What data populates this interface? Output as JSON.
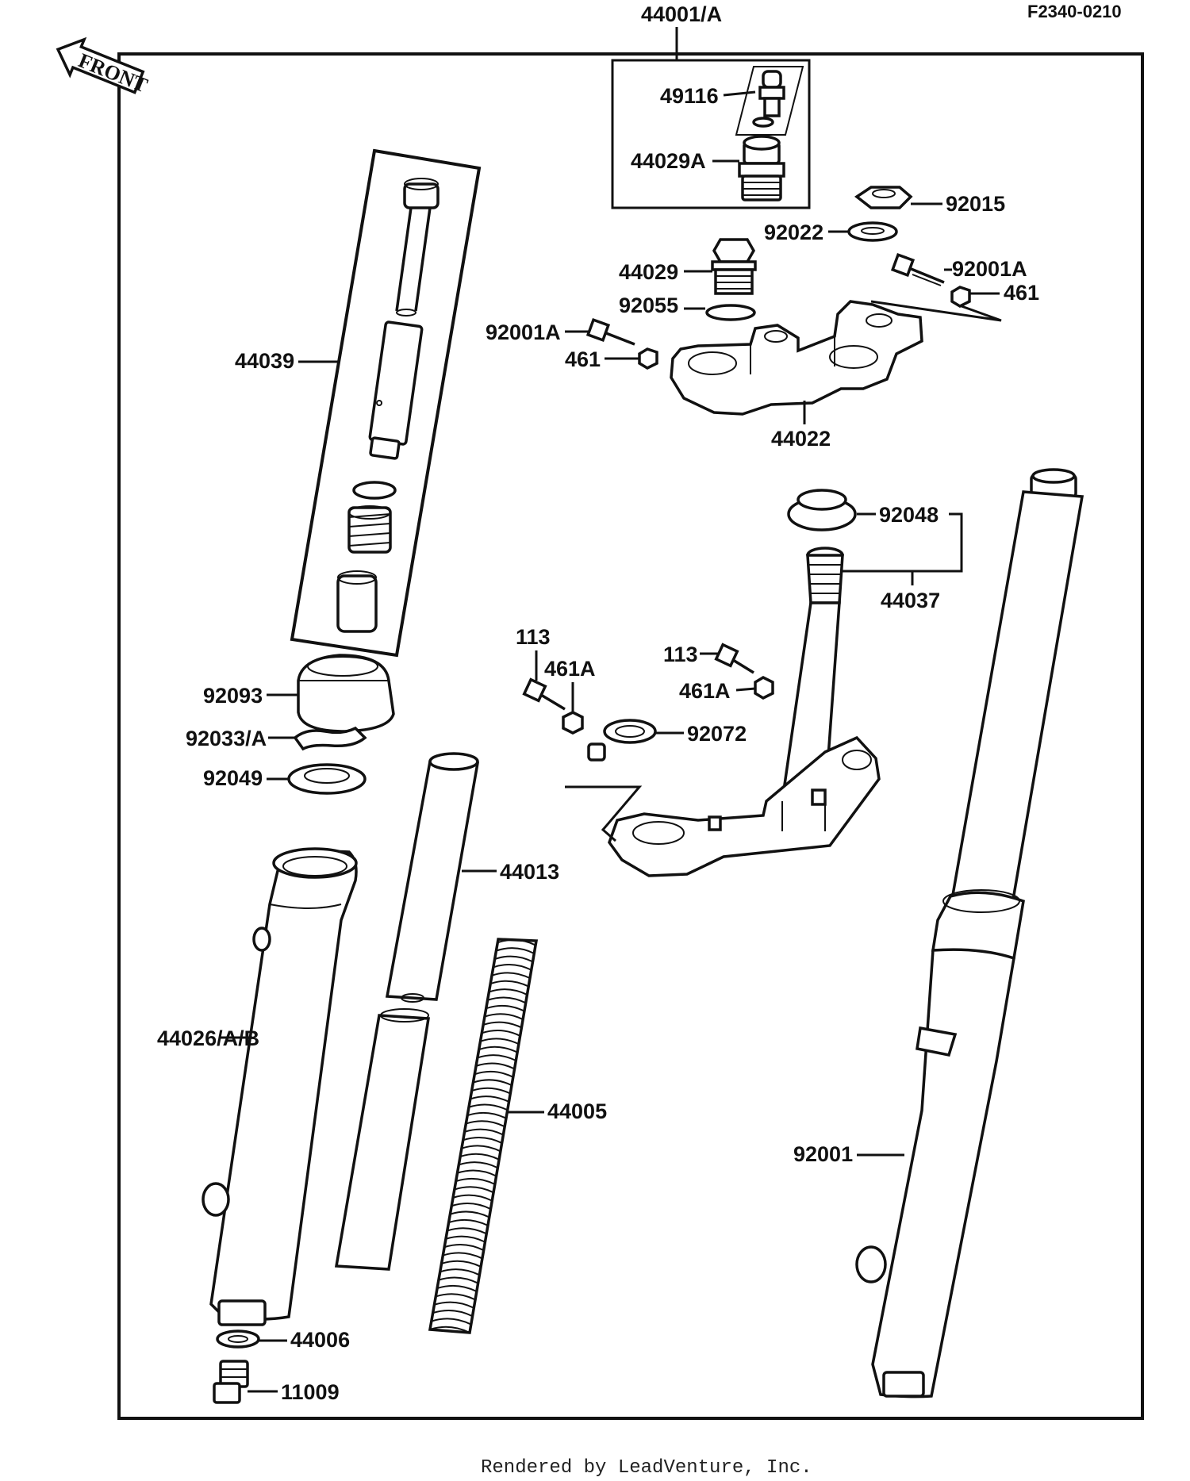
{
  "diagram": {
    "ref_code": "F2340-0210",
    "footer": "Rendered by LeadVenture, Inc.",
    "front_arrow": "FRONT"
  },
  "labels": [
    {
      "id": "44001A",
      "text": "44001/A"
    },
    {
      "id": "49116",
      "text": "49116"
    },
    {
      "id": "44029A",
      "text": "44029A"
    },
    {
      "id": "92015",
      "text": "92015"
    },
    {
      "id": "92022",
      "text": "92022"
    },
    {
      "id": "92001A_r",
      "text": "92001A"
    },
    {
      "id": "461_r",
      "text": "461"
    },
    {
      "id": "44029",
      "text": "44029"
    },
    {
      "id": "92055",
      "text": "92055"
    },
    {
      "id": "92001A_l",
      "text": "92001A"
    },
    {
      "id": "461_l",
      "text": "461"
    },
    {
      "id": "44022",
      "text": "44022"
    },
    {
      "id": "44039",
      "text": "44039"
    },
    {
      "id": "92048",
      "text": "92048"
    },
    {
      "id": "44037",
      "text": "44037"
    },
    {
      "id": "113_l",
      "text": "113"
    },
    {
      "id": "461A_l",
      "text": "461A"
    },
    {
      "id": "113_r",
      "text": "113"
    },
    {
      "id": "461A_r",
      "text": "461A"
    },
    {
      "id": "92072",
      "text": "92072"
    },
    {
      "id": "92093",
      "text": "92093"
    },
    {
      "id": "92033A",
      "text": "92033/A"
    },
    {
      "id": "92049",
      "text": "92049"
    },
    {
      "id": "44013",
      "text": "44013"
    },
    {
      "id": "44005",
      "text": "44005"
    },
    {
      "id": "44026AB",
      "text": "44026/A/B"
    },
    {
      "id": "44006",
      "text": "44006"
    },
    {
      "id": "11009",
      "text": "11009"
    },
    {
      "id": "92001",
      "text": "92001"
    }
  ]
}
